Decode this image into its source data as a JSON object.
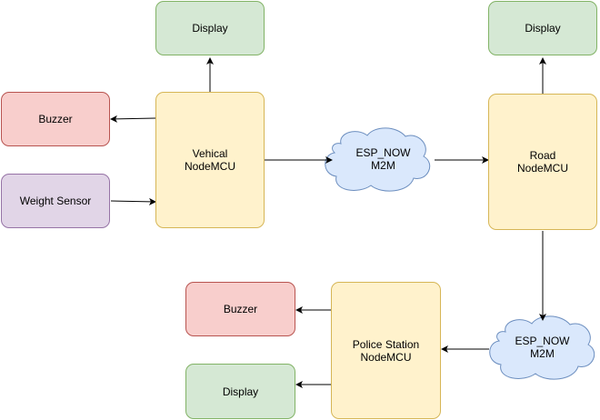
{
  "nodes": {
    "display_top_left": "Display",
    "buzzer_left": "Buzzer",
    "weight_sensor": "Weight Sensor",
    "vehical_nodemcu": "Vehical\nNodeMCU",
    "esp_now_top": "ESP_NOW\nM2M",
    "display_top_right": "Display",
    "road_nodemcu": "Road\nNodeMCU",
    "esp_now_bottom": "ESP_NOW\nM2M",
    "police_station_nodemcu": "Police Station\nNodeMCU",
    "buzzer_bottom": "Buzzer",
    "display_bottom": "Display"
  },
  "colors": {
    "green_fill": "#d5e8d4",
    "green_stroke": "#82b366",
    "red_fill": "#f8cecc",
    "red_stroke": "#b85450",
    "purple_fill": "#e1d5e7",
    "purple_stroke": "#9673a6",
    "yellow_fill": "#fff2cc",
    "yellow_stroke": "#d6b656",
    "cloud_fill": "#dae8fc",
    "cloud_stroke": "#6c8ebf",
    "edge": "#000000"
  }
}
